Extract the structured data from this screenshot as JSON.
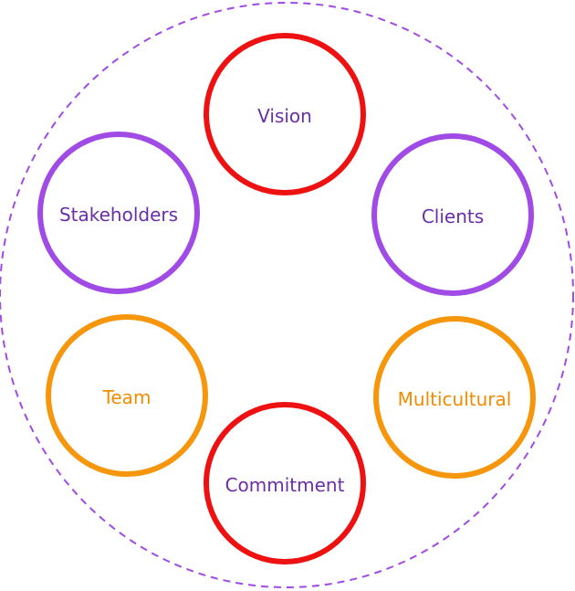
{
  "colors": {
    "purple": "#a04be6",
    "red": "#ee1111",
    "orange": "#f6960c",
    "text_purple": "#6a2ea6",
    "text_orange": "#f08c00"
  },
  "nodes": [
    {
      "id": "vision",
      "label": "Vision",
      "ring": "red",
      "text": "text_purple"
    },
    {
      "id": "clients",
      "label": "Clients",
      "ring": "purple",
      "text": "text_purple"
    },
    {
      "id": "multicultural",
      "label": "Multicultural",
      "ring": "orange",
      "text": "text_orange"
    },
    {
      "id": "commitment",
      "label": "Commitment",
      "ring": "red",
      "text": "text_purple"
    },
    {
      "id": "team",
      "label": "Team",
      "ring": "orange",
      "text": "text_orange"
    },
    {
      "id": "stakeholders",
      "label": "Stakeholders",
      "ring": "purple",
      "text": "text_purple"
    }
  ]
}
